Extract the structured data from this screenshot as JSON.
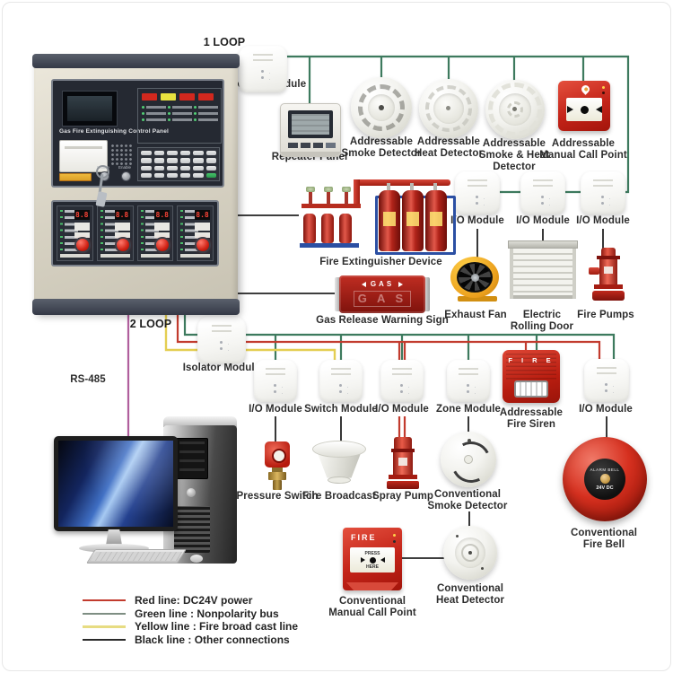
{
  "labels": {
    "loop1": "1 LOOP",
    "loop2": "2 LOOP",
    "rs485": "RS-485",
    "isolator1": "Isolator Module",
    "repeater": "Repeater Panel",
    "addr_smoke": [
      "Addressable",
      "Smoke Detector"
    ],
    "addr_heat": [
      "Addressable",
      "Heat Detector"
    ],
    "addr_smoke_heat": [
      "Addressable",
      "Smoke & Heat",
      "Detector"
    ],
    "addr_mcp": [
      "Addressable",
      "Manual Call Point"
    ],
    "io_1": "I/O Module",
    "io_2": "I/O Module",
    "io_3": "I/O Module",
    "fire_ext": "Fire Extinguisher Device",
    "gas_sign": "Gas Release Warning Sign",
    "exhaust_fan": "Exhaust Fan",
    "rolling_door": [
      "Electric",
      "Rolling Door"
    ],
    "fire_pumps": "Fire Pumps",
    "isolator2": "Isolator Module",
    "io_4": "I/O Module",
    "switch_module": "Switch Module",
    "io_5": "I/O Module",
    "zone_module": "Zone Module",
    "fire_siren": [
      "Addressable",
      "Fire Siren"
    ],
    "io_6": "I/O Module",
    "pressure_switch": "Pressure Switch",
    "fire_broadcast": "Fire Broadcast",
    "spray_pump": "Spray Pump",
    "conv_smoke": [
      "Conventional",
      "Smoke Detector"
    ],
    "conv_bell": [
      "Conventional",
      "Fire Bell"
    ],
    "conv_mcp": [
      "Conventional",
      "Manual Call Point"
    ],
    "conv_heat": [
      "Conventional",
      "Heat Detector"
    ]
  },
  "panel": {
    "title": "Gas Fire Extinguishing Control Panel",
    "enable_label": "Enable",
    "display_value": "8.8"
  },
  "device_text": {
    "gas_small": "GAS",
    "gas_big": "G A S",
    "siren_fire": "F I R E",
    "mcp_fire": "FIRE",
    "mcp_press": "PRESS",
    "mcp_here": "HERE",
    "bell_line1": "ALARM BELL",
    "bell_line2": "24V DC"
  },
  "legend": {
    "items": [
      {
        "swatch": "#c23b2e",
        "text": "Red line: DC24V power"
      },
      {
        "swatch": "#7e8e83",
        "text": "Green line : Nonpolarity bus"
      },
      {
        "swatch": "#e7dc82",
        "text": "Yellow line : Fire broad cast line"
      },
      {
        "swatch": "#2a2a2a",
        "text": "Black line : Other connections"
      }
    ]
  },
  "colors": {
    "wire_red": "#c23b2e",
    "wire_green": "#3d7a5e",
    "wire_yellow": "#e4ce52",
    "wire_black": "#222222",
    "wire_rs485": "#b05f9d",
    "device_red": "#c32318",
    "panel_beige": "#d6d1c2"
  }
}
